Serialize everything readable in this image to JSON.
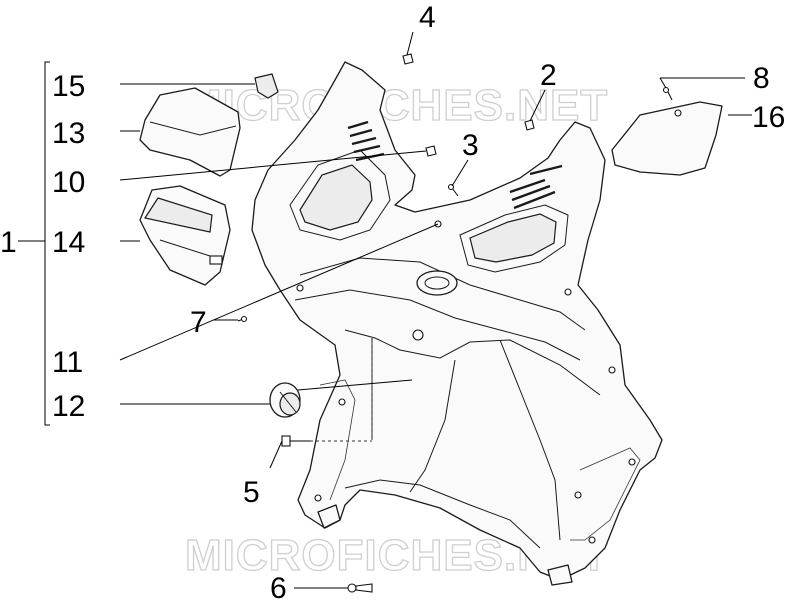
{
  "watermark": {
    "top": "MICROFICHES.NET",
    "bottom": "MICROFICHES.NET"
  },
  "callouts": [
    {
      "id": "1",
      "label": "1"
    },
    {
      "id": "2",
      "label": "2"
    },
    {
      "id": "3",
      "label": "3"
    },
    {
      "id": "4",
      "label": "4"
    },
    {
      "id": "5",
      "label": "5"
    },
    {
      "id": "6",
      "label": "6"
    },
    {
      "id": "7",
      "label": "7"
    },
    {
      "id": "8",
      "label": "8"
    },
    {
      "id": "10",
      "label": "10"
    },
    {
      "id": "11",
      "label": "11"
    },
    {
      "id": "12",
      "label": "12"
    },
    {
      "id": "13",
      "label": "13"
    },
    {
      "id": "14",
      "label": "14"
    },
    {
      "id": "15",
      "label": "15"
    },
    {
      "id": "16",
      "label": "16"
    }
  ]
}
